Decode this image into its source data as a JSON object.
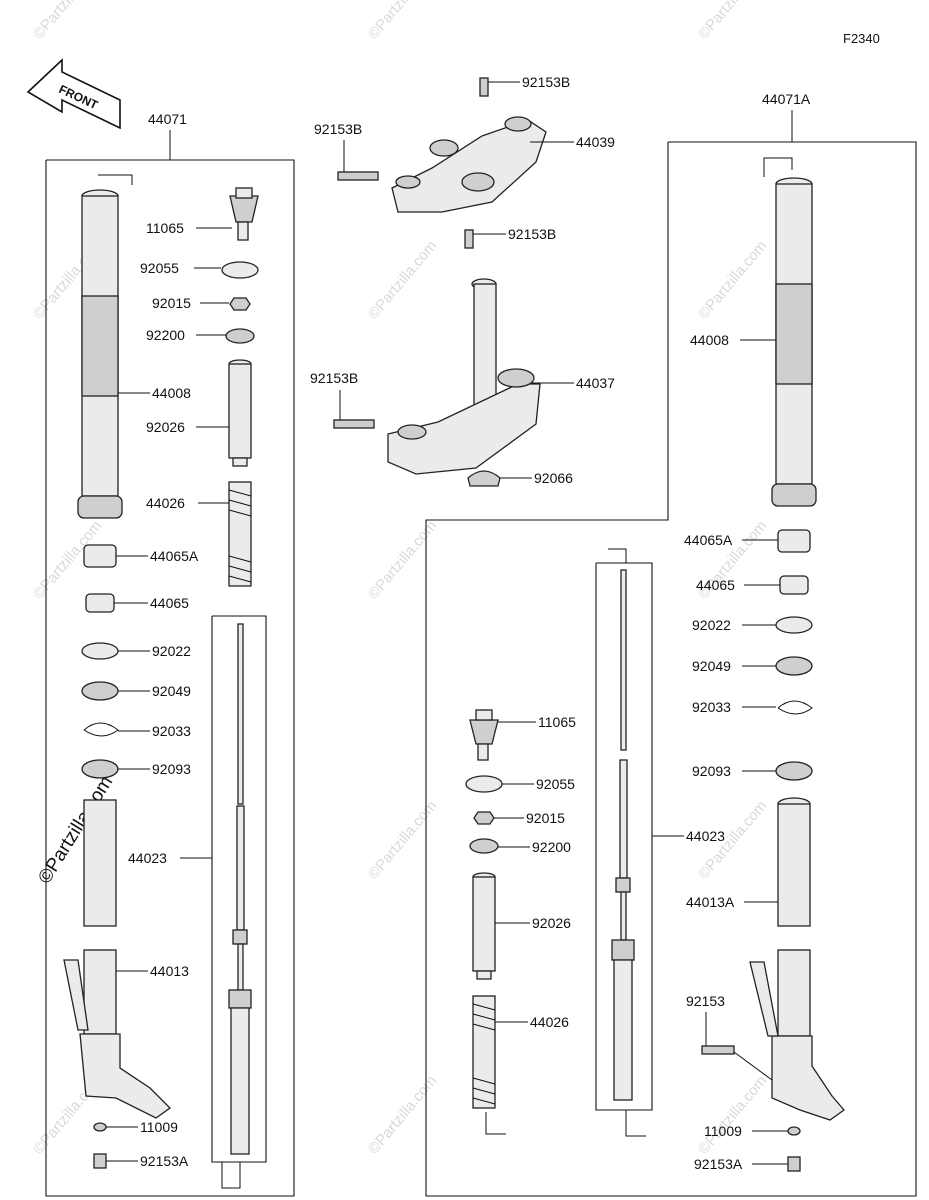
{
  "diagram_code": "F2340",
  "front_label": "FRONT",
  "watermark": "©Partzilla.com",
  "watermark_overlay": "©Partzilla.com",
  "left_group": {
    "assembly": "44071",
    "parts": {
      "p11065": "11065",
      "p92055": "92055",
      "p92015": "92015",
      "p92200": "92200",
      "p44008": "44008",
      "p92026": "92026",
      "p44026": "44026",
      "p44065A": "44065A",
      "p44065": "44065",
      "p92022": "92022",
      "p92049": "92049",
      "p92033": "92033",
      "p92093": "92093",
      "p44023": "44023",
      "p44013": "44013",
      "p11009": "11009",
      "p92153A": "92153A"
    }
  },
  "center_group": {
    "parts": {
      "p92153B_top": "92153B",
      "p92153B_left": "92153B",
      "p44039": "44039",
      "p92153B_mid": "92153B",
      "p92153B_lower": "92153B",
      "p44037": "44037",
      "p92066": "92066"
    }
  },
  "right_group": {
    "assembly": "44071A",
    "parts": {
      "p44008": "44008",
      "p44065A": "44065A",
      "p44065": "44065",
      "p92022": "92022",
      "p92049": "92049",
      "p92033": "92033",
      "p11065": "11065",
      "p92055": "92055",
      "p92015": "92015",
      "p92200": "92200",
      "p44023": "44023",
      "p92093": "92093",
      "p92026": "92026",
      "p44013A": "44013A",
      "p44026": "44026",
      "p92153": "92153",
      "p11009": "11009",
      "p92153A": "92153A"
    }
  }
}
